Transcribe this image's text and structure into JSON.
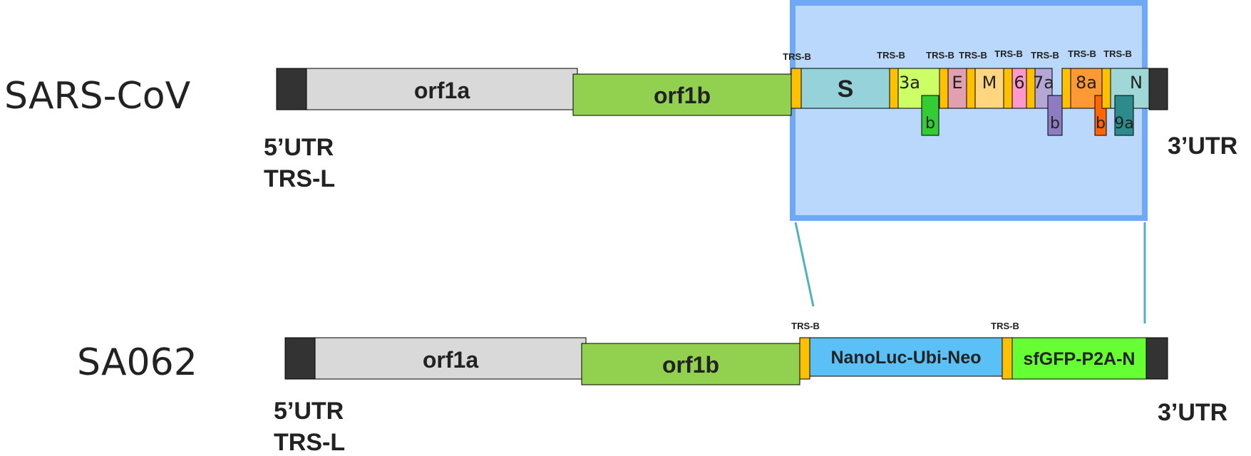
{
  "top": {
    "name": "SARS-CoV",
    "utr5": "5’UTR",
    "trs_l": "TRS-L",
    "utr3": "3’UTR",
    "orf1a": "orf1a",
    "orf1b": "orf1b",
    "trs_b": "TRS-B",
    "genes": {
      "S": "S",
      "g3a": "3a",
      "g3b": "b",
      "E": "E",
      "M": "M",
      "g6": "6",
      "g7a": "7a",
      "g7b": "b",
      "g8a": "8a",
      "g8b": "b",
      "N": "N",
      "g9a": "9a"
    }
  },
  "bottom": {
    "name": "SA062",
    "utr5": "5’UTR",
    "trs_l": "TRS-L",
    "utr3": "3’UTR",
    "orf1a": "orf1a",
    "orf1b": "orf1b",
    "trs_b": "TRS-B",
    "reporter1": "NanoLuc-Ubi-Neo",
    "reporter2": "sfGFP-P2A-N"
  },
  "colors": {
    "utr": "#333333",
    "orf1a": "#d9d9d9",
    "orf1b": "#92d050",
    "trs": "#ffc000",
    "S": "#96d2d9",
    "g3a": "#ccff66",
    "g3b": "#33cc33",
    "E": "#e0a0b0",
    "M": "#ffd580",
    "g6": "#ff99cc",
    "g7a": "#b4a7d6",
    "g7b": "#8e7cc3",
    "g8a": "#ff9933",
    "g8b": "#ff6600",
    "N": "#a0d8d8",
    "g9a": "#2e8b8b",
    "highlight": "#b9d8fb",
    "highlight_border": "#6fa8f5",
    "connector": "#4fb3bf",
    "nanoluc": "#5bc0f5",
    "sfgfp": "#66ff33"
  }
}
